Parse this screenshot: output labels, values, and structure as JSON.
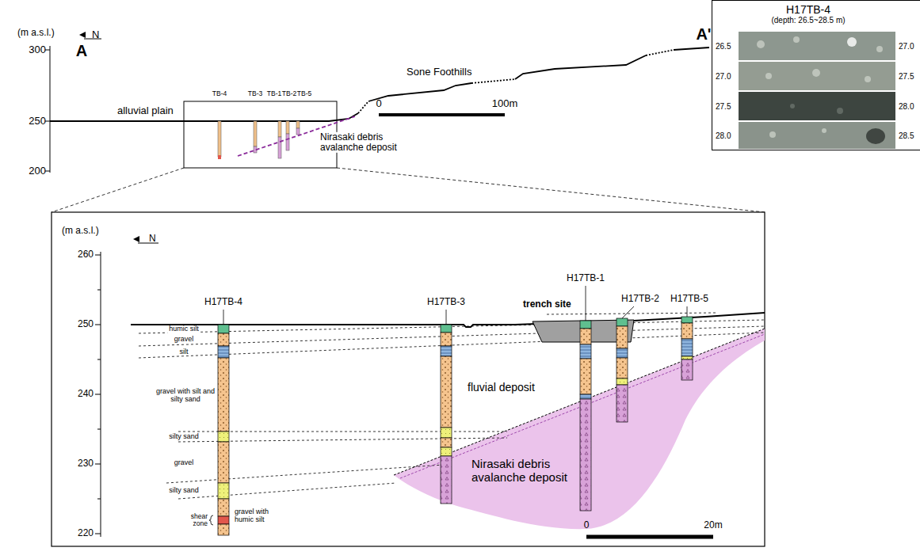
{
  "diagram": {
    "nodes": [
      {
        "text": [
          "H17TB-4",
          "(depth: 26.5~28.5 m)"
        ]
      }
    ],
    "labels": [
      "(m a.s.l.)",
      "300",
      "250",
      "200",
      "N",
      "A",
      "A'",
      "alluvial plain",
      "Sone Foothills",
      "TB-4",
      "TB-3",
      "TB-1",
      "TB-2",
      "TB-5",
      "Nirasaki debris avalanche deposit",
      "0",
      "100m",
      "26.5",
      "27.0",
      "27.5",
      "28.0",
      "27.0",
      "27.5",
      "28.0",
      "28.5",
      "(m a.s.l.)",
      "260",
      "250",
      "240",
      "230",
      "220",
      "N",
      "H17TB-4",
      "H17TB-3",
      "H17TB-1",
      "H17TB-2",
      "H17TB-5",
      "trench site",
      "humic silt",
      "gravel",
      "silt",
      "gravel with silt and silty sand",
      "silty sand",
      "gravel",
      "silty sand",
      "gravel with humic silt",
      "shear zone",
      "fluvial deposit",
      "Nirasaki debris avalanche deposit",
      "0",
      "20m"
    ]
  }
}
